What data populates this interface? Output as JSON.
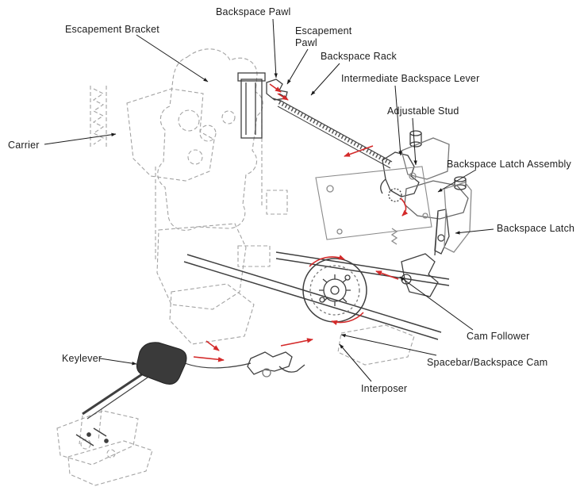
{
  "diagram": {
    "type": "technical-exploded-line-drawing",
    "subject": "Typewriter backspace mechanism",
    "colors": {
      "background": "#ffffff",
      "line": "#3f3f3f",
      "faint_line": "#a3a3a3",
      "leader": "#1a1a1a",
      "accent_red": "#d42a2a"
    },
    "labels": [
      {
        "id": "backspace-pawl",
        "text": "Backspace Pawl"
      },
      {
        "id": "escapement-bracket",
        "text": "Escapement Bracket"
      },
      {
        "id": "escapement-pawl",
        "text": "Escapement Pawl"
      },
      {
        "id": "backspace-rack",
        "text": "Backspace Rack"
      },
      {
        "id": "intermediate-backspace-lever",
        "text": "Intermediate Backspace Lever"
      },
      {
        "id": "adjustable-stud",
        "text": "Adjustable Stud"
      },
      {
        "id": "backspace-latch-assembly",
        "text": "Backspace Latch Assembly"
      },
      {
        "id": "backspace-latch",
        "text": "Backspace Latch"
      },
      {
        "id": "carrier",
        "text": "Carrier"
      },
      {
        "id": "cam-follower",
        "text": "Cam Follower"
      },
      {
        "id": "spacebar-backspace-cam",
        "text": "Spacebar/Backspace Cam"
      },
      {
        "id": "interposer",
        "text": "Interposer"
      },
      {
        "id": "keylever",
        "text": "Keylever"
      }
    ]
  }
}
